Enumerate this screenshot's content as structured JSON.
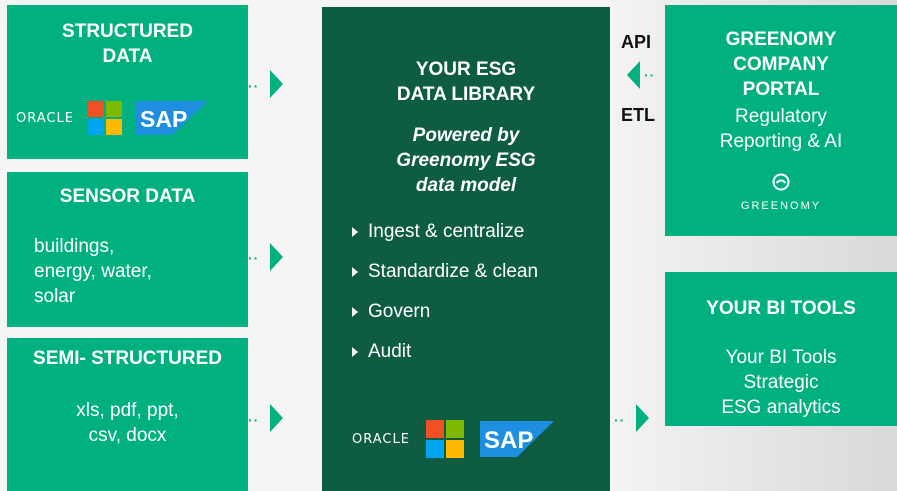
{
  "left_boxes": {
    "structured": {
      "title_line1": "STRUCTURED",
      "title_line2": "DATA",
      "logos": {
        "oracle": "ORACLE",
        "sap": "SAP"
      }
    },
    "sensor": {
      "title": "SENSOR DATA",
      "line1": "buildings,",
      "line2": "energy, water,",
      "line3": "solar"
    },
    "semi": {
      "title": "SEMI- STRUCTURED",
      "line1": "xls, pdf, ppt,",
      "line2": "csv, docx"
    }
  },
  "center": {
    "title_line1": "YOUR ESG",
    "title_line2": "DATA LIBRARY",
    "subtitle_line1": "Powered by",
    "subtitle_line2": "Greenomy ESG",
    "subtitle_line3": "data model",
    "bullets": [
      "Ingest & centralize",
      "Standardize & clean",
      "Govern",
      "Audit"
    ],
    "logos": {
      "oracle": "ORACLE",
      "sap": "SAP"
    }
  },
  "connectors": {
    "api": "API",
    "etl": "ETL"
  },
  "right_boxes": {
    "portal": {
      "title_line1": "GREENOMY",
      "title_line2": "COMPANY",
      "title_line3": "PORTAL",
      "line1": "Regulatory",
      "line2": "Reporting & AI",
      "brand": "GREENOMY"
    },
    "bi": {
      "title": "YOUR BI TOOLS",
      "line1": "Your BI Tools",
      "line2": "Strategic",
      "line3": "ESG analytics"
    }
  },
  "colors": {
    "green": "#00b07e",
    "dark_green": "#0e5c41",
    "ms_red": "#f25022",
    "ms_green": "#7fba00",
    "ms_blue": "#00a4ef",
    "ms_yellow": "#ffb900",
    "sap_blue": "#1e8fe0"
  }
}
